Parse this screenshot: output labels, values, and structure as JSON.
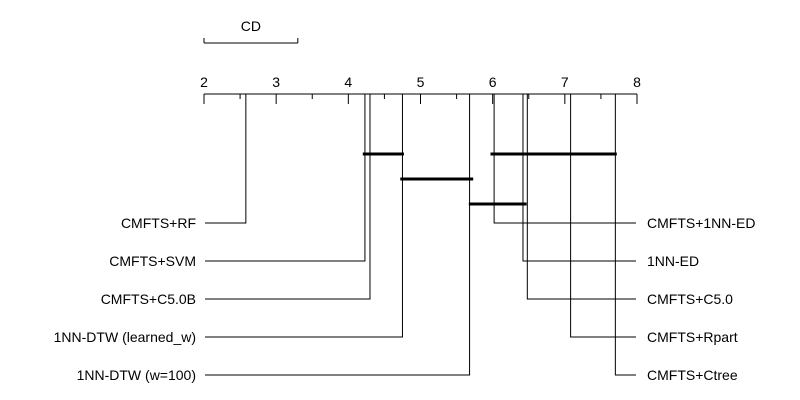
{
  "chart_data": {
    "type": "critical-difference-diagram",
    "xlim": [
      2,
      8
    ],
    "ticks": [
      2,
      3,
      4,
      5,
      6,
      7,
      8
    ],
    "cd": {
      "label": "CD",
      "value": 1.3
    },
    "methods": [
      {
        "name": "CMFTS+RF",
        "rank": 2.58,
        "side": "left"
      },
      {
        "name": "CMFTS+SVM",
        "rank": 4.23,
        "side": "left"
      },
      {
        "name": "CMFTS+C5.0B",
        "rank": 4.3,
        "side": "left"
      },
      {
        "name": "1NN-DTW (learned_w)",
        "rank": 4.75,
        "side": "left"
      },
      {
        "name": "1NN-DTW (w=100)",
        "rank": 5.68,
        "side": "left"
      },
      {
        "name": "CMFTS+1NN-ED",
        "rank": 6.02,
        "side": "right"
      },
      {
        "name": "1NN-ED",
        "rank": 6.42,
        "side": "right"
      },
      {
        "name": "CMFTS+C5.0",
        "rank": 6.48,
        "side": "right"
      },
      {
        "name": "CMFTS+Rpart",
        "rank": 7.08,
        "side": "right"
      },
      {
        "name": "CMFTS+Ctree",
        "rank": 7.7,
        "side": "right"
      }
    ],
    "cliques": [
      [
        4.2,
        4.77
      ],
      [
        4.72,
        5.73
      ],
      [
        5.67,
        6.47
      ],
      [
        5.97,
        7.72
      ]
    ]
  }
}
